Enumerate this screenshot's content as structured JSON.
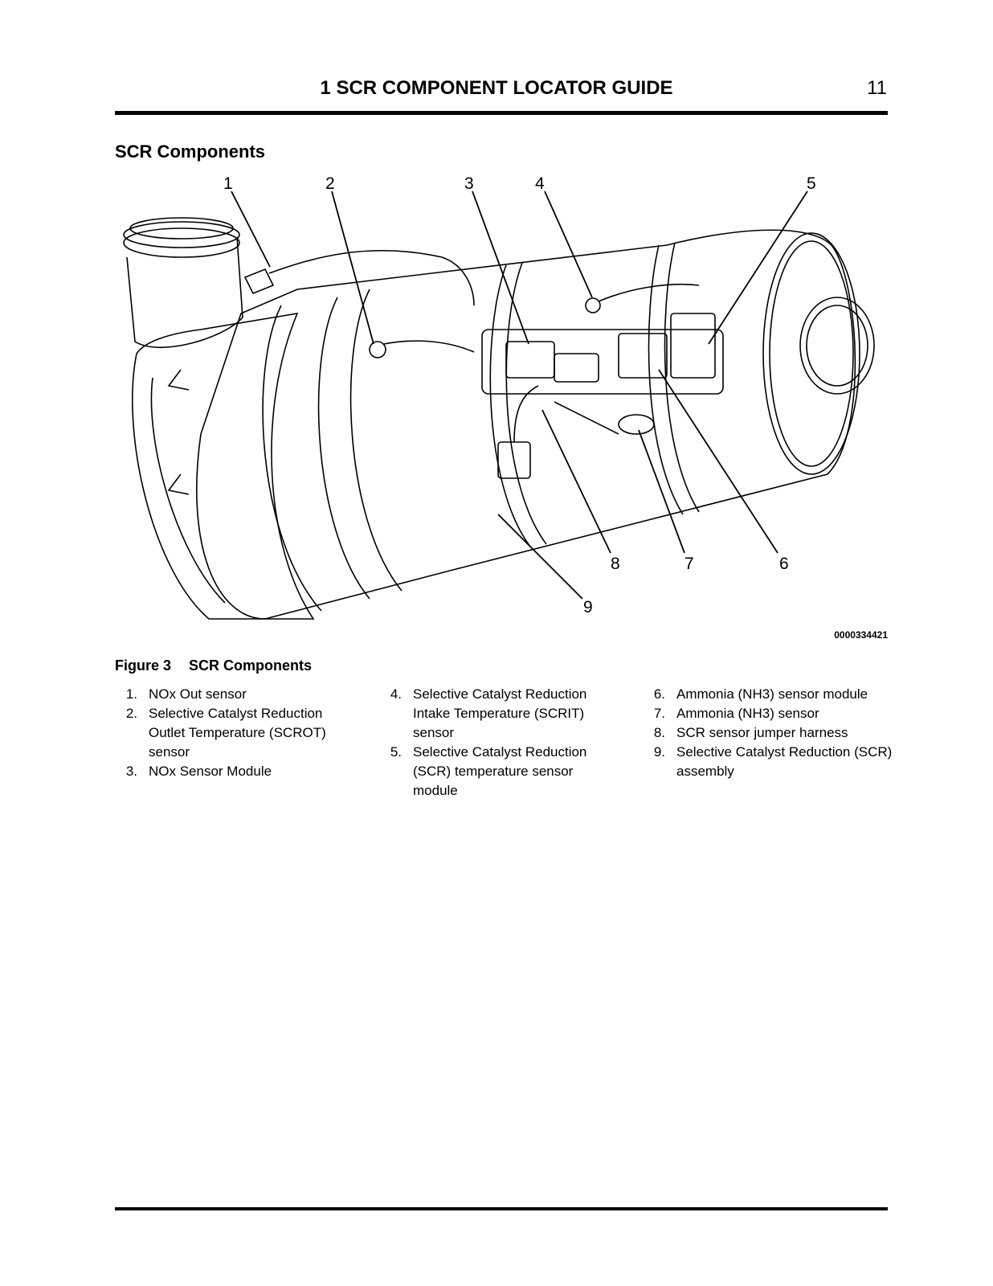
{
  "header": {
    "title": "1 SCR COMPONENT LOCATOR GUIDE",
    "page_number": "11"
  },
  "section_title": "SCR Components",
  "figure": {
    "callouts": [
      "1",
      "2",
      "3",
      "4",
      "5",
      "6",
      "7",
      "8",
      "9"
    ],
    "id": "0000334421",
    "caption_number": "Figure 3",
    "caption_title": "SCR Components"
  },
  "legend": [
    {
      "num": "1.",
      "text": "NOx Out sensor"
    },
    {
      "num": "2.",
      "text": "Selective Catalyst Reduction Outlet Temperature (SCROT) sensor"
    },
    {
      "num": "3.",
      "text": "NOx Sensor Module"
    },
    {
      "num": "4.",
      "text": "Selective Catalyst Reduction Intake Temperature (SCRIT) sensor"
    },
    {
      "num": "5.",
      "text": "Selective Catalyst Reduction (SCR) temperature sensor module"
    },
    {
      "num": "6.",
      "text": "Ammonia (NH3) sensor module"
    },
    {
      "num": "7.",
      "text": "Ammonia (NH3) sensor"
    },
    {
      "num": "8.",
      "text": "SCR sensor jumper harness"
    },
    {
      "num": "9.",
      "text": "Selective Catalyst Reduction (SCR) assembly"
    }
  ]
}
